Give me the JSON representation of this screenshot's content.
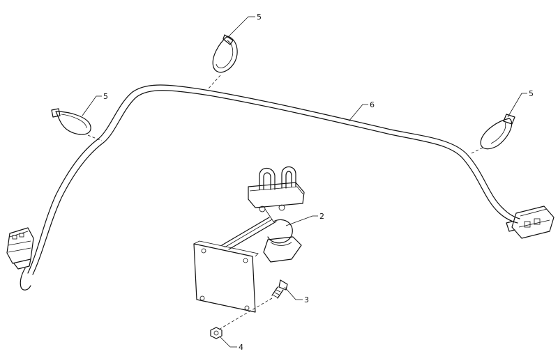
{
  "callouts": {
    "tie_top": "5",
    "tie_left": "5",
    "tie_right": "5",
    "harness": "6",
    "bracket": "2",
    "bolt": "3",
    "nut": "4"
  },
  "parts": {
    "harness_icon": "wire-harness-icon",
    "cable_tie_icon": "cable-tie-icon",
    "bracket_icon": "mounting-bracket-icon",
    "bolt_icon": "bolt-icon",
    "nut_icon": "nut-icon",
    "connector_icon": "connector-icon"
  }
}
